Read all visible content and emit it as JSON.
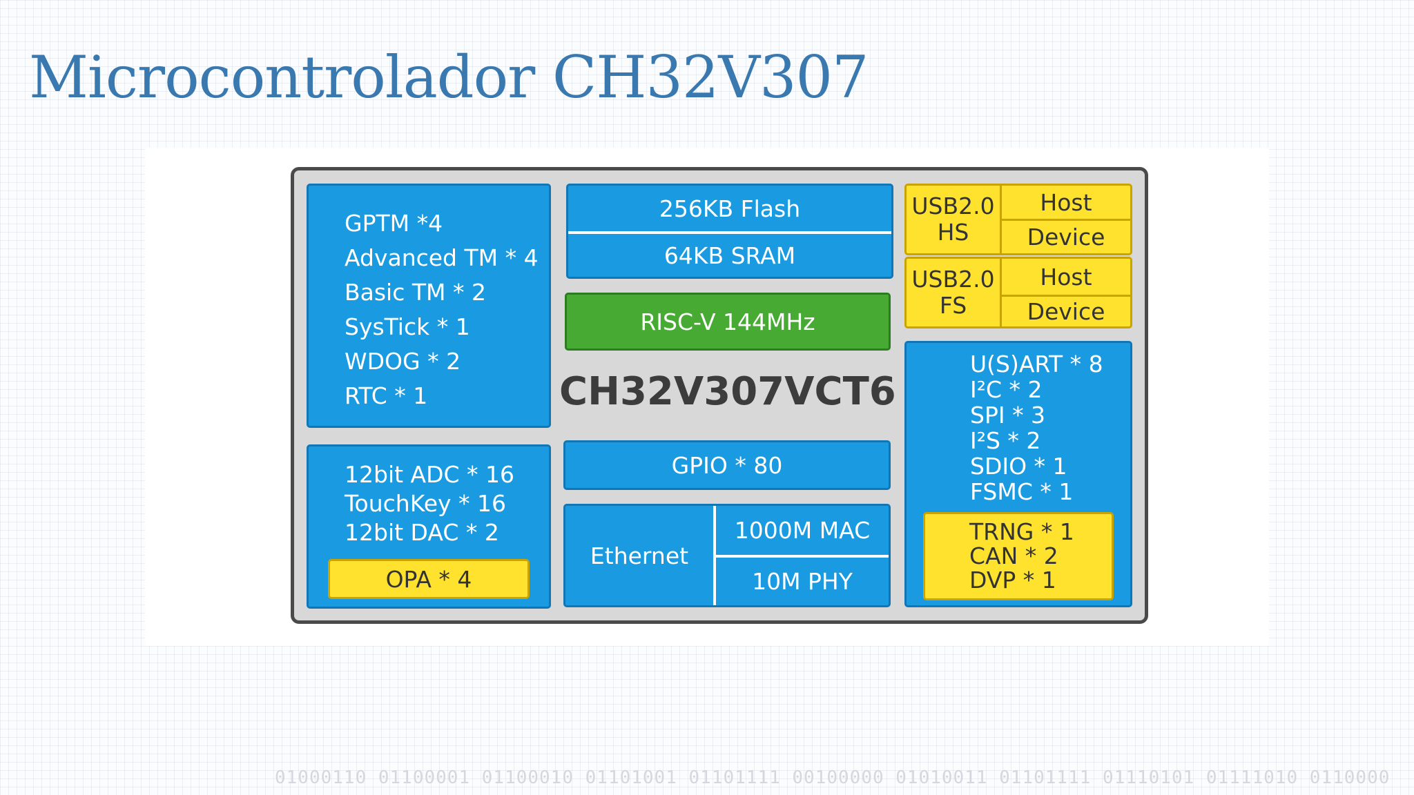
{
  "title": "Microcontrolador CH32V307",
  "diagram": {
    "chip_name": "CH32V307VCT6",
    "timers": [
      "GPTM *4",
      "Advanced TM * 4",
      "Basic TM * 2",
      "SysTick * 1",
      "WDOG * 2",
      "RTC * 1"
    ],
    "analog": [
      "12bit ADC * 16",
      "TouchKey * 16",
      "12bit DAC * 2"
    ],
    "opa": "OPA * 4",
    "flash": "256KB Flash",
    "sram": "64KB SRAM",
    "core": "RISC-V  144MHz",
    "gpio": "GPIO * 80",
    "ethernet": {
      "label": "Ethernet",
      "mac": "1000M  MAC",
      "phy": "10M  PHY"
    },
    "usb_hs": {
      "label_line1": "USB2.0",
      "label_line2": "HS",
      "host": "Host",
      "device": "Device"
    },
    "usb_fs": {
      "label_line1": "USB2.0",
      "label_line2": "FS",
      "host": "Host",
      "device": "Device"
    },
    "comm": [
      "U(S)ART * 8",
      "I²C * 2",
      "SPI * 3",
      "I²S * 2",
      "SDIO * 1",
      "FSMC * 1"
    ],
    "misc": [
      "TRNG * 1",
      "CAN * 2",
      "DVP * 1"
    ]
  },
  "footer_binary": "01000110 01100001 01100010 01101001 01101111 00100000 01010011 01101111 01110101 01111010 0110000",
  "colors": {
    "title": "#3a78b0",
    "block_blue": "#1a9ae0",
    "block_yellow": "#ffe22d",
    "block_green": "#47ab33",
    "chip_body": "#d8d8d8"
  }
}
